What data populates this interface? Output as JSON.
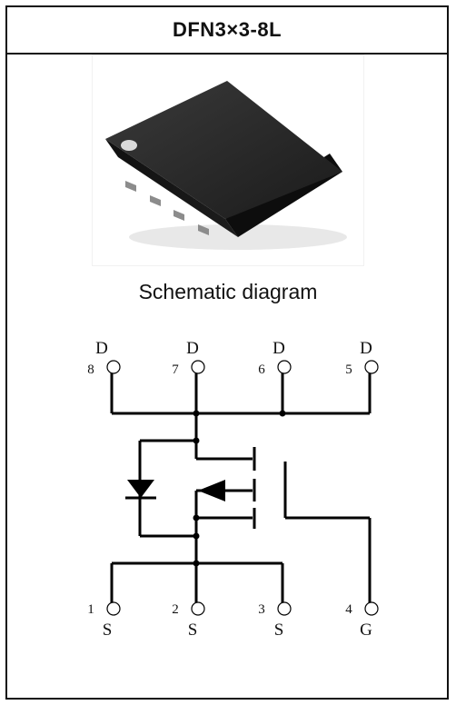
{
  "title": "DFN3×3-8L",
  "subtitle": "Schematic diagram",
  "pins_top": [
    {
      "number": "8",
      "label": "D"
    },
    {
      "number": "7",
      "label": "D"
    },
    {
      "number": "6",
      "label": "D"
    },
    {
      "number": "5",
      "label": "D"
    }
  ],
  "pins_bottom": [
    {
      "number": "1",
      "label": "S"
    },
    {
      "number": "2",
      "label": "S"
    },
    {
      "number": "3",
      "label": "S"
    },
    {
      "number": "4",
      "label": "G"
    }
  ]
}
